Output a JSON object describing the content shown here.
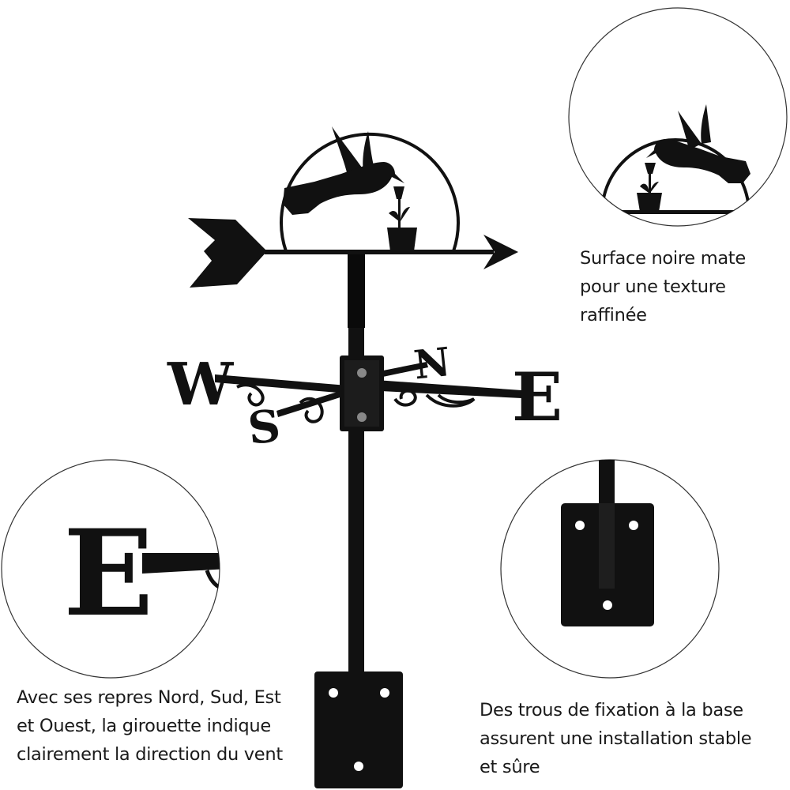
{
  "compass": {
    "west": "W",
    "south": "S",
    "north": "N",
    "east": "E",
    "east_zoom": "E"
  },
  "captions": {
    "finish": [
      "Surface noire mate",
      "pour une texture",
      "raffinée"
    ],
    "directions": [
      "Avec ses repres Nord, Sud, Est",
      "et Ouest, la girouette indique",
      "clairement la direction du vent"
    ],
    "mounting": [
      "Des trous de fixation à la base",
      "assurent une installation stable",
      "et sûre"
    ]
  },
  "colors": {
    "metal": "#111111",
    "background": "#ffffff",
    "circle_outline": "#222222"
  }
}
